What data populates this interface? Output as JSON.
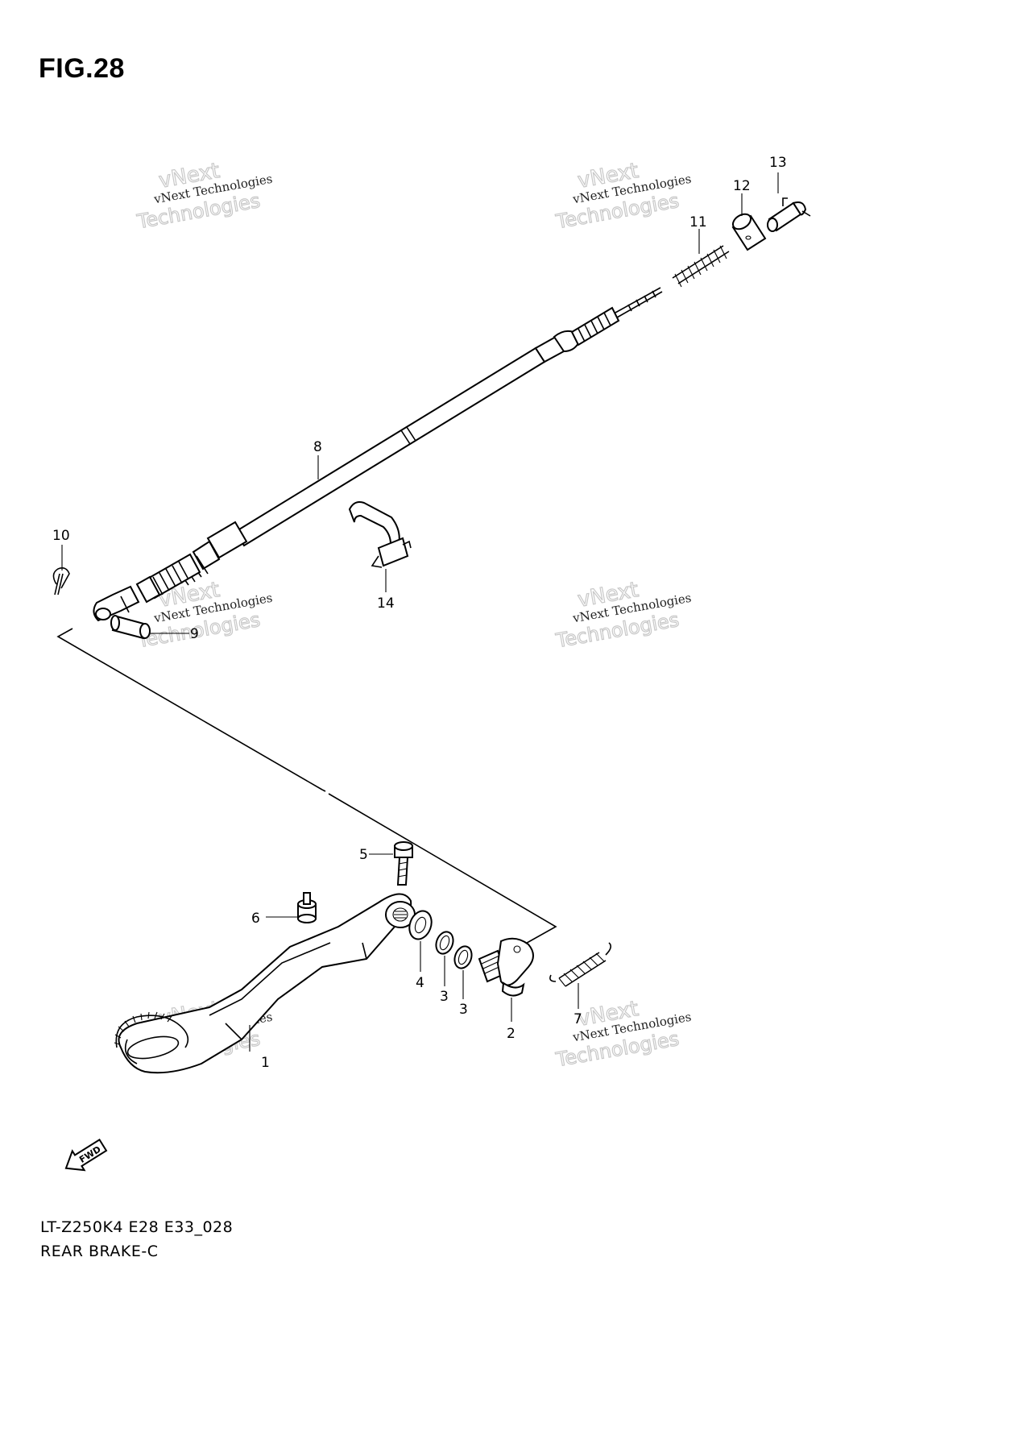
{
  "figure": {
    "title": "FIG.28"
  },
  "callouts": {
    "c1": "1",
    "c2": "2",
    "c3a": "3",
    "c3b": "3",
    "c4": "4",
    "c5": "5",
    "c6": "6",
    "c7": "7",
    "c8": "8",
    "c9": "9",
    "c10": "10",
    "c11": "11",
    "c12": "12",
    "c13": "13",
    "c14": "14"
  },
  "watermark": {
    "line1": "vNext",
    "line2": "vNext Technologies",
    "line3": "Technologies"
  },
  "fwd_label": "FWD",
  "footer": {
    "model_code": "LT-Z250K4 E28 E33_028",
    "section_name": "REAR BRAKE-C"
  }
}
